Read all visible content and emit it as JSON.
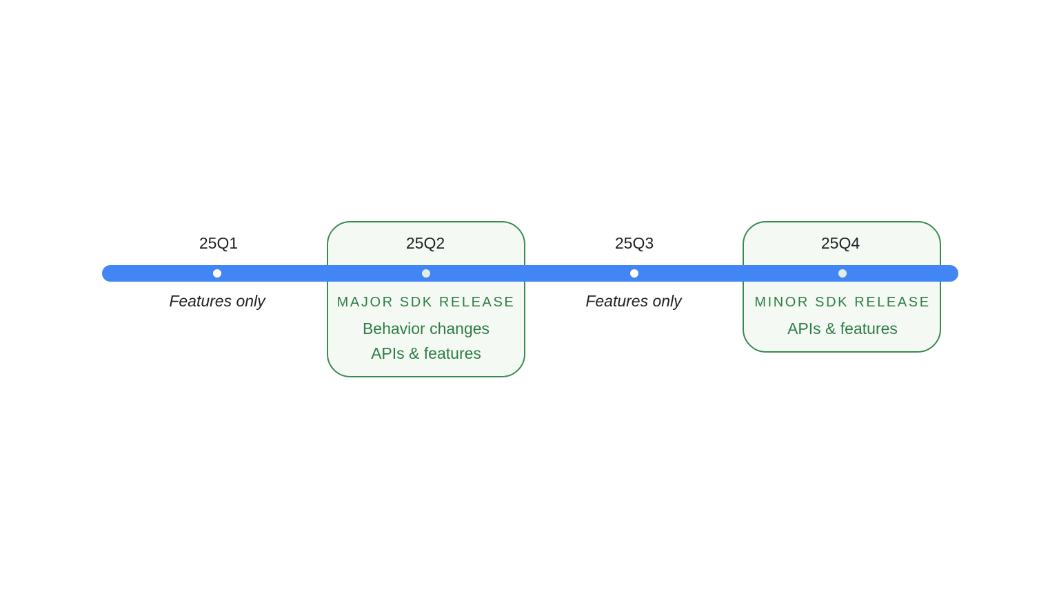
{
  "timeline": {
    "quarters": [
      {
        "label": "25Q1",
        "note": "Features only"
      },
      {
        "label": "25Q2",
        "release_title": "MAJOR SDK RELEASE",
        "release_lines": [
          "Behavior changes",
          "APIs & features"
        ]
      },
      {
        "label": "25Q3",
        "note": "Features only"
      },
      {
        "label": "25Q4",
        "release_title": "MINOR SDK RELEASE",
        "release_lines": [
          "APIs & features"
        ]
      }
    ]
  },
  "colors": {
    "timeline_bar": "#4285f4",
    "release_border": "#3a8a4f",
    "release_fill": "#f4f9f4",
    "release_text": "#2e7d45",
    "text": "#202124"
  }
}
